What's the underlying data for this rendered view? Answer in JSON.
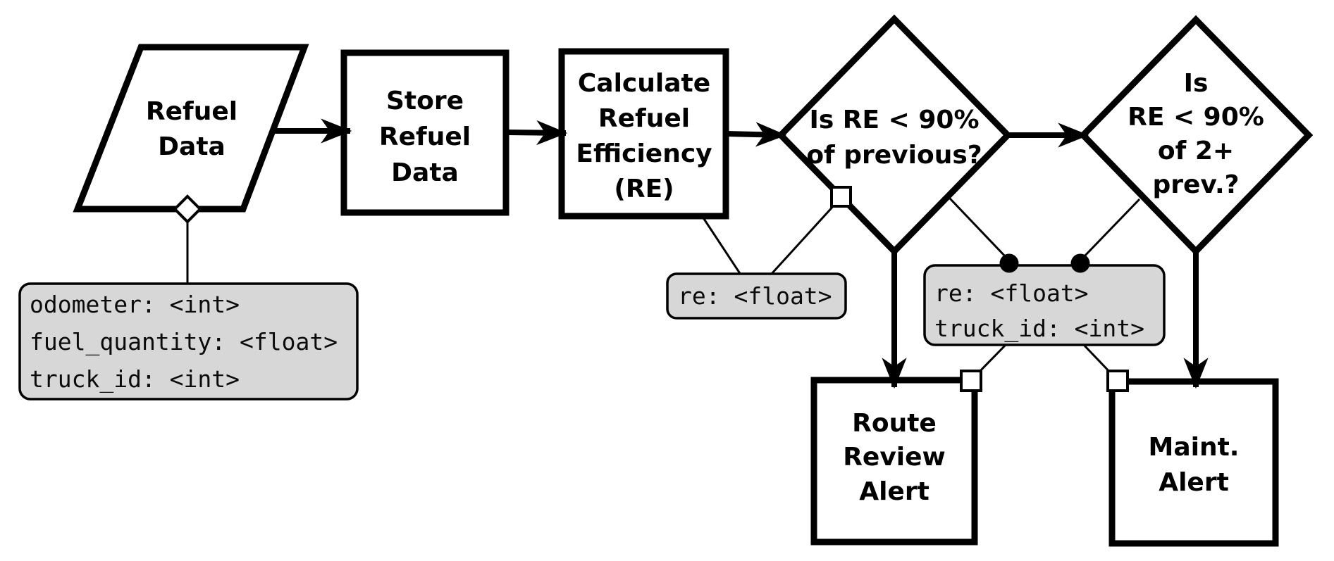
{
  "diagram": {
    "kind": "flowchart",
    "colors": {
      "background": "#ffffff",
      "line": "#000000",
      "note_fill": "#d7d7d7"
    },
    "nodes": {
      "refuel_data": {
        "shape": "input-parallelogram",
        "lines": [
          "Refuel",
          "Data"
        ]
      },
      "store_refuel_data": {
        "shape": "process",
        "lines": [
          "Store",
          "Refuel",
          "Data"
        ]
      },
      "calculate_re": {
        "shape": "process",
        "lines": [
          "Calculate",
          "Refuel",
          "Efficiency",
          "(RE)"
        ]
      },
      "decision_previous": {
        "shape": "decision",
        "lines": [
          "Is RE < 90%",
          "of previous?"
        ]
      },
      "decision_two_prev": {
        "shape": "decision",
        "lines": [
          "Is",
          "RE < 90%",
          "of 2+",
          "prev.?"
        ]
      },
      "route_review_alert": {
        "shape": "process",
        "lines": [
          "Route",
          "Review",
          "Alert"
        ]
      },
      "maint_alert": {
        "shape": "process",
        "lines": [
          "Maint.",
          "Alert"
        ]
      }
    },
    "notes": {
      "refuel_data_fields": {
        "lines": [
          "odometer: <int>",
          "fuel_quantity: <float>",
          "truck_id: <int>"
        ]
      },
      "re_field": {
        "lines": [
          "re: <float>"
        ]
      },
      "re_truck_fields": {
        "lines": [
          "re: <float>",
          "truck_id: <int>"
        ]
      }
    }
  }
}
